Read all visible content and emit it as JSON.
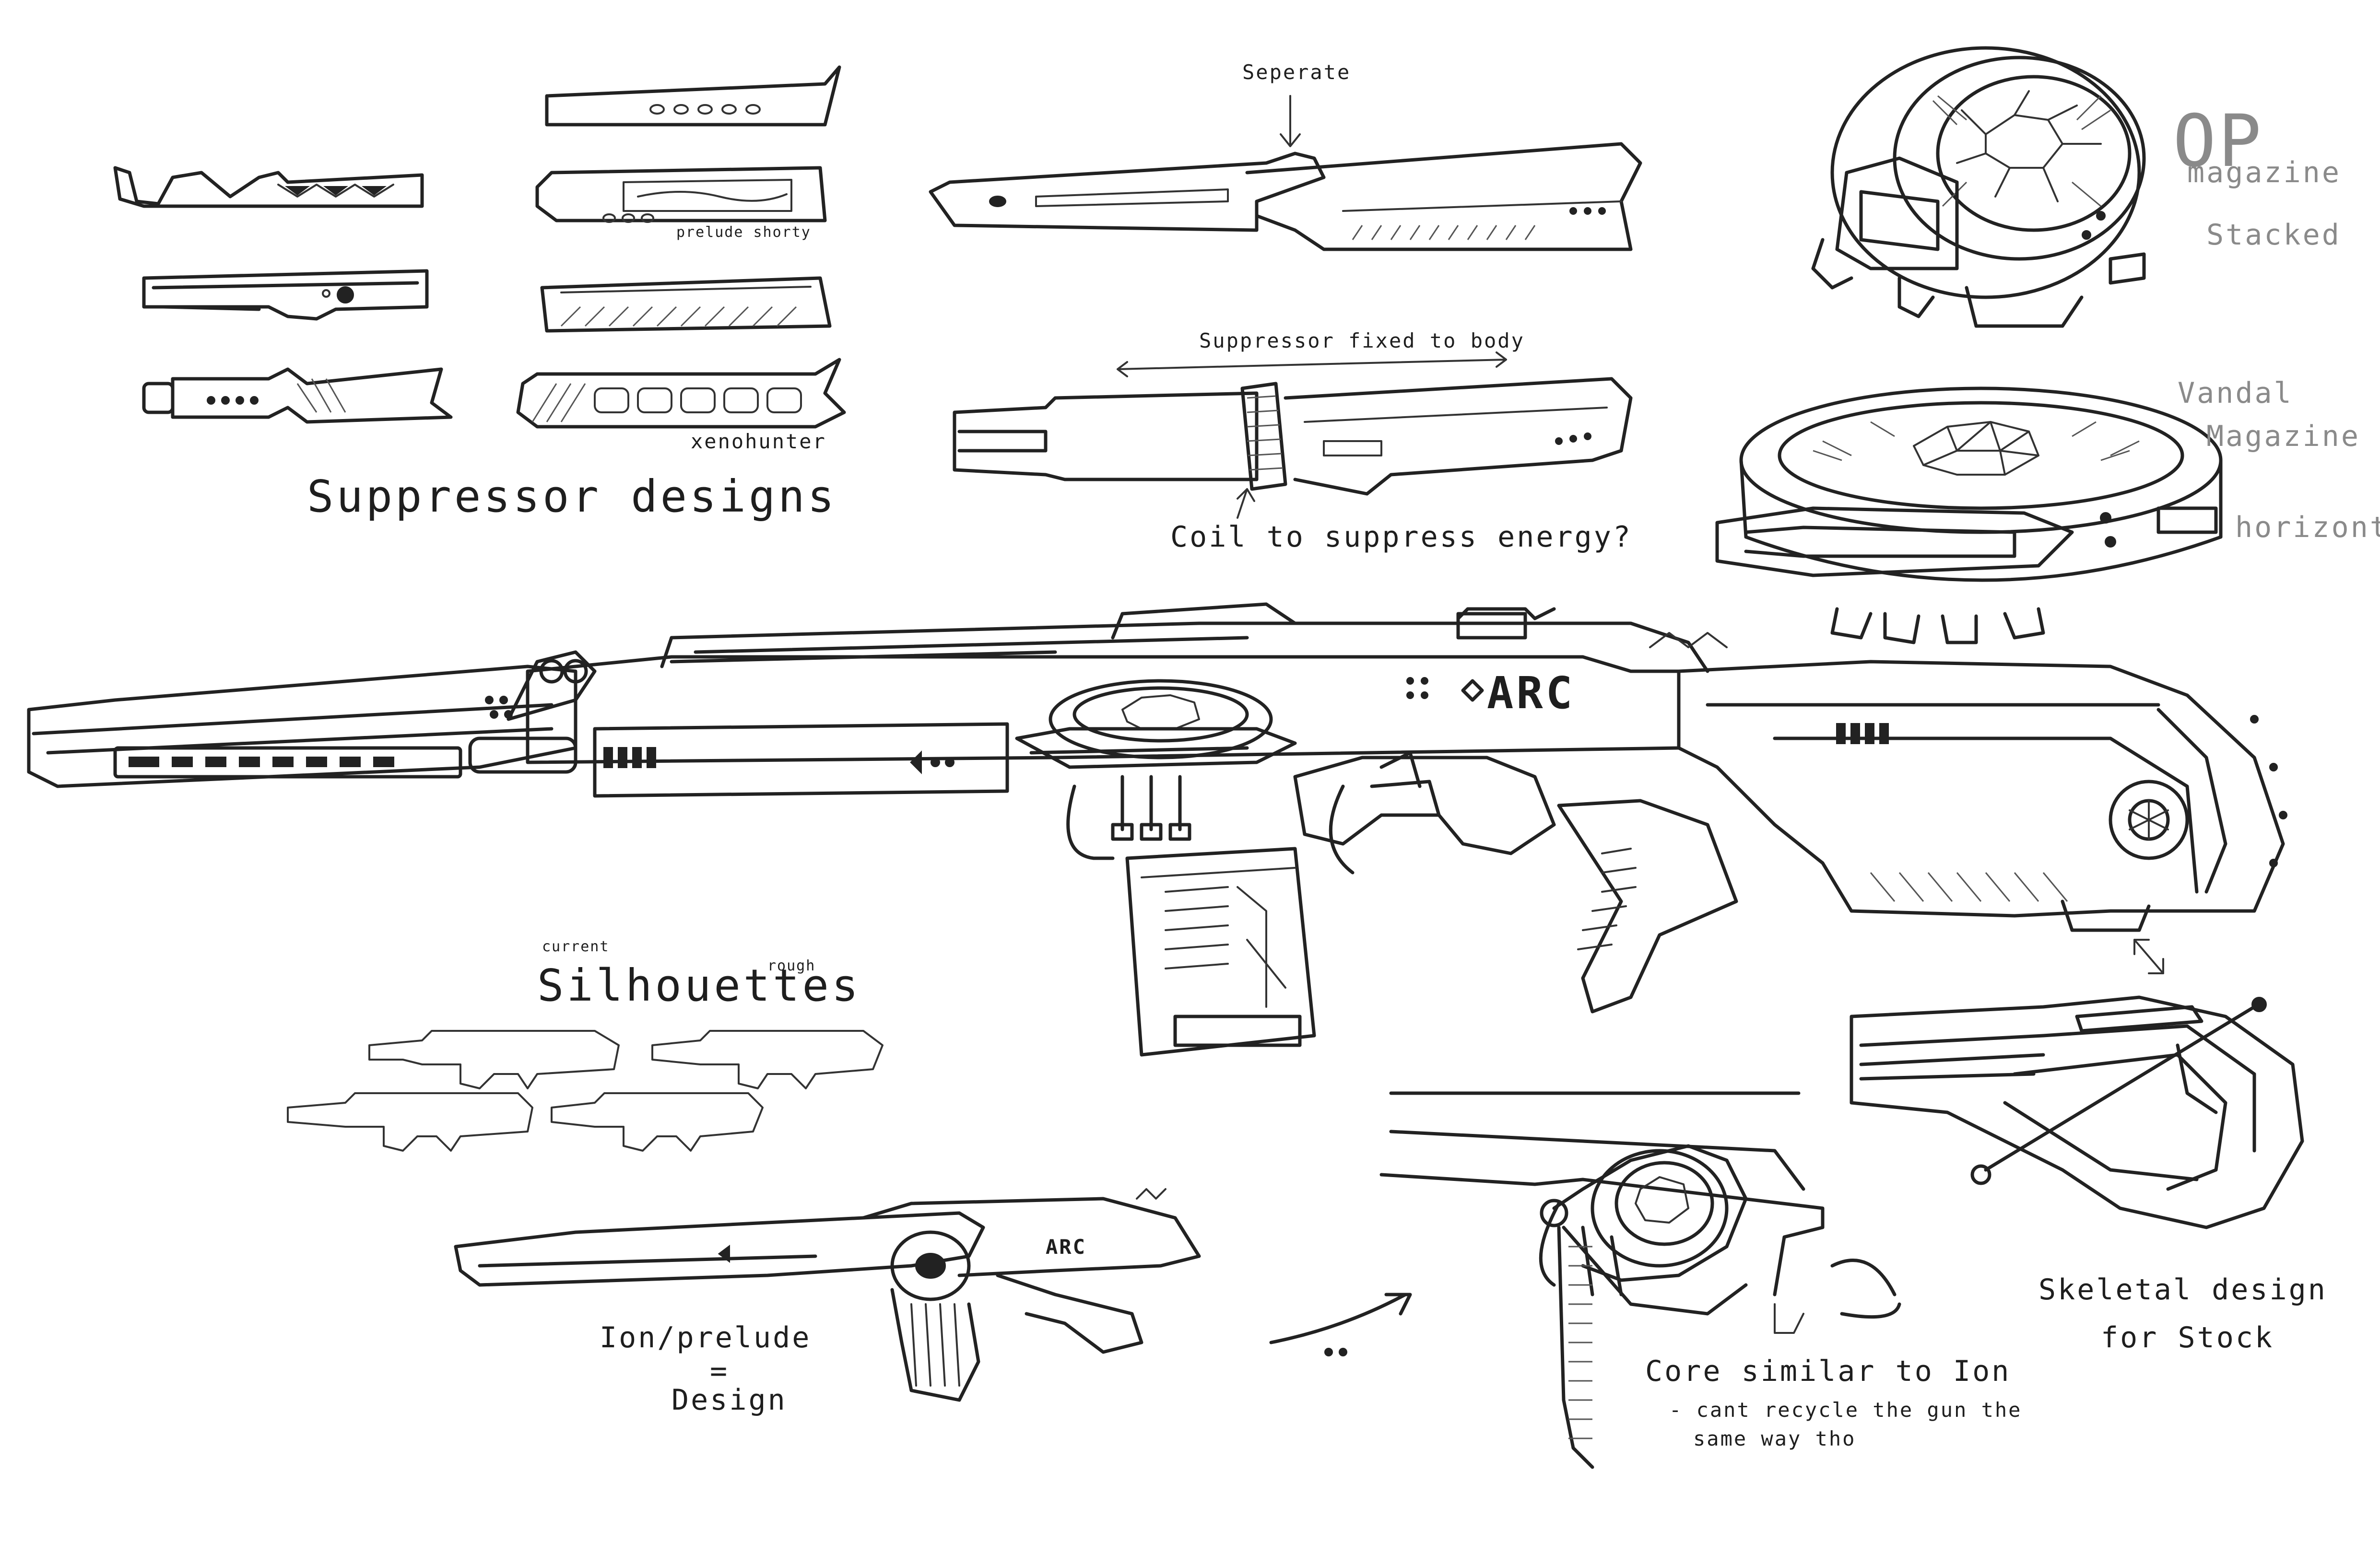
{
  "sheet": {
    "background": "#ffffff",
    "ink_color": "#222222",
    "faded_ink_color": "#8a8a8a"
  },
  "labels": {
    "suppressor_designs": "Suppressor designs",
    "prelude_shorty": "prelude shorty",
    "xenohunter": "xenohunter",
    "seperate": "Seperate",
    "suppressor_fixed": "Suppressor fixed to body",
    "coil_note": "Coil to suppress energy?",
    "op": "OP",
    "magazine": "magazine",
    "stacked": "Stacked",
    "vandal": "Vandal",
    "vandal_magazine": "Magazine",
    "horizontal": "horizontal",
    "arc_logo": "ARC",
    "arc_small": "ARC",
    "current": "current",
    "silhouettes": "Silhouettes",
    "silhouettes_note": "rough",
    "ion_prelude": "Ion/prelude",
    "design_equals": "=",
    "design": "Design",
    "core_similar": "Core similar to Ion",
    "cant_recycle": "- cant recycle the gun the",
    "same_way": "same way tho",
    "skeletal_design": "Skeletal design",
    "for_stock": "for Stock"
  },
  "icons": {
    "arrow_down": "arrow-down-icon",
    "double_arrow": "double-arrow-icon",
    "curved_arrow": "curved-arrow-icon"
  }
}
